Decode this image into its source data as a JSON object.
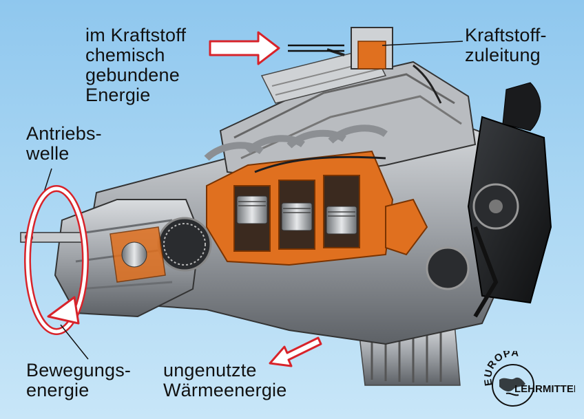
{
  "labels": {
    "fuel_energy": [
      "im Kraftstoff",
      "chemisch",
      "gebundene",
      "Energie"
    ],
    "fuel_line": [
      "Kraftstoff-",
      "zuleitung"
    ],
    "drive_shaft": [
      "Antriebs-",
      "welle"
    ],
    "kinetic_energy": [
      "Bewegungs-",
      "energie"
    ],
    "waste_heat": [
      "ungenutzte",
      "Wärmeenergie"
    ]
  },
  "logo": {
    "top_text": "EUROPA",
    "bottom_text": "LEHRMITTEL"
  },
  "colors": {
    "background_top": "#8fc7ee",
    "background_bottom": "#c8e6f8",
    "arrow_red": "#d8232a",
    "engine_cutaway": "#e0701f",
    "engine_metal": "#9a9ea3"
  },
  "icons": {
    "energy_input_arrow": "arrow-right-icon",
    "rotation_arrow": "rotation-arrow-icon",
    "heat_loss_arrow": "arrow-down-left-icon"
  }
}
